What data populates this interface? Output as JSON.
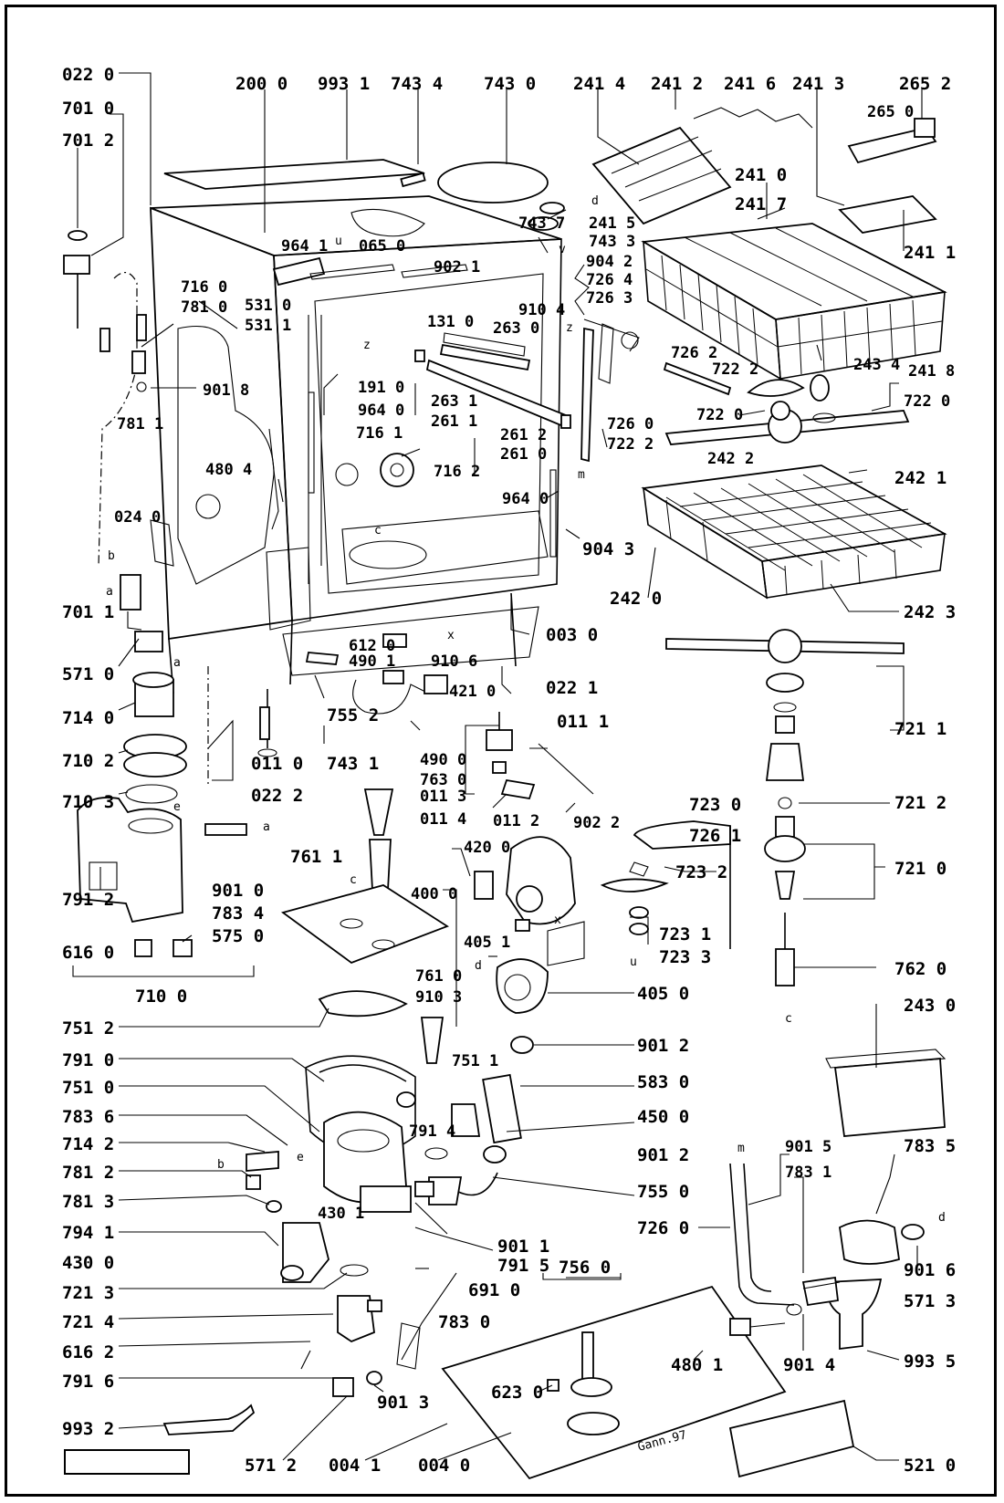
{
  "diagram": {
    "signature": "Gann.97",
    "callouts": [
      {
        "id": "c0220",
        "text": "022 0"
      },
      {
        "id": "c2000",
        "text": "200 0"
      },
      {
        "id": "c9931",
        "text": "993 1"
      },
      {
        "id": "c7434",
        "text": "743 4"
      },
      {
        "id": "c7430",
        "text": "743 0"
      },
      {
        "id": "c2414",
        "text": "241 4"
      },
      {
        "id": "c2412",
        "text": "241 2"
      },
      {
        "id": "c2416",
        "text": "241 6"
      },
      {
        "id": "c2413",
        "text": "241 3"
      },
      {
        "id": "c2652",
        "text": "265 2"
      },
      {
        "id": "c2650",
        "text": "265 0"
      },
      {
        "id": "c7010",
        "text": "701 0"
      },
      {
        "id": "c7012",
        "text": "701 2"
      },
      {
        "id": "c2410",
        "text": "241 0"
      },
      {
        "id": "c2417",
        "text": "241 7"
      },
      {
        "id": "c2411",
        "text": "241 1"
      },
      {
        "id": "c7437",
        "text": "743 7"
      },
      {
        "id": "c2415",
        "text": "241 5"
      },
      {
        "id": "c7433",
        "text": "743 3"
      },
      {
        "id": "c9641",
        "text": "964 1"
      },
      {
        "id": "c0650",
        "text": "065 0"
      },
      {
        "id": "c9021",
        "text": "902 1"
      },
      {
        "id": "c9042",
        "text": "904 2"
      },
      {
        "id": "c7264",
        "text": "726 4"
      },
      {
        "id": "c7263",
        "text": "726 3"
      },
      {
        "id": "c7160",
        "text": "716 0"
      },
      {
        "id": "c7810",
        "text": "781 0"
      },
      {
        "id": "c5310",
        "text": "531 0"
      },
      {
        "id": "c5311",
        "text": "531 1"
      },
      {
        "id": "c1310",
        "text": "131 0"
      },
      {
        "id": "c9104",
        "text": "910 4"
      },
      {
        "id": "c2630",
        "text": "263 0"
      },
      {
        "id": "c7262",
        "text": "726 2"
      },
      {
        "id": "c2434",
        "text": "243 4"
      },
      {
        "id": "c7222",
        "text": "722 2"
      },
      {
        "id": "c2418",
        "text": "241 8"
      },
      {
        "id": "c7220",
        "text": "722 0"
      },
      {
        "id": "c7220b",
        "text": "722 0"
      },
      {
        "id": "c9018",
        "text": "901 8"
      },
      {
        "id": "c7811",
        "text": "781 1"
      },
      {
        "id": "c1910",
        "text": "191 0"
      },
      {
        "id": "c9640",
        "text": "964 0"
      },
      {
        "id": "c2631",
        "text": "263 1"
      },
      {
        "id": "c2611",
        "text": "261 1"
      },
      {
        "id": "c2612",
        "text": "261 2"
      },
      {
        "id": "c2610",
        "text": "261 0"
      },
      {
        "id": "c7260",
        "text": "726 0"
      },
      {
        "id": "c7222b",
        "text": "722 2"
      },
      {
        "id": "c7161",
        "text": "716 1"
      },
      {
        "id": "c7162",
        "text": "716 2"
      },
      {
        "id": "c4804",
        "text": "480 4"
      },
      {
        "id": "c2422",
        "text": "242 2"
      },
      {
        "id": "c2421",
        "text": "242 1"
      },
      {
        "id": "c0240",
        "text": "024 0"
      },
      {
        "id": "c9640b",
        "text": "964 0"
      },
      {
        "id": "c9043",
        "text": "904 3"
      },
      {
        "id": "c2420",
        "text": "242 0"
      },
      {
        "id": "c2423",
        "text": "242 3"
      },
      {
        "id": "c7011",
        "text": "701 1"
      },
      {
        "id": "c6120",
        "text": "612 0"
      },
      {
        "id": "c4901",
        "text": "490 1"
      },
      {
        "id": "c9106",
        "text": "910 6"
      },
      {
        "id": "c0030",
        "text": "003 0"
      },
      {
        "id": "c5710",
        "text": "571 0"
      },
      {
        "id": "c4210",
        "text": "421 0"
      },
      {
        "id": "c0221",
        "text": "022 1"
      },
      {
        "id": "c7140",
        "text": "714 0"
      },
      {
        "id": "c7552",
        "text": "755 2"
      },
      {
        "id": "c7431",
        "text": "743 1"
      },
      {
        "id": "c7211",
        "text": "721 1"
      },
      {
        "id": "c7102",
        "text": "710 2"
      },
      {
        "id": "c0110",
        "text": "011 0"
      },
      {
        "id": "c0111",
        "text": "011 1"
      },
      {
        "id": "c7103",
        "text": "710 3"
      },
      {
        "id": "c4900",
        "text": "490 0"
      },
      {
        "id": "c0222",
        "text": "022 2"
      },
      {
        "id": "c7630",
        "text": "763 0"
      },
      {
        "id": "c0113",
        "text": "011 3"
      },
      {
        "id": "c0114",
        "text": "011 4"
      },
      {
        "id": "c0112",
        "text": "011 2"
      },
      {
        "id": "c7230",
        "text": "723 0"
      },
      {
        "id": "c7261",
        "text": "726 1"
      },
      {
        "id": "c7212",
        "text": "721 2"
      },
      {
        "id": "c9022",
        "text": "902 2"
      },
      {
        "id": "c7611",
        "text": "761 1"
      },
      {
        "id": "c4200",
        "text": "420 0"
      },
      {
        "id": "c7232",
        "text": "723 2"
      },
      {
        "id": "c7210",
        "text": "721 0"
      },
      {
        "id": "c7912",
        "text": "791 2"
      },
      {
        "id": "c9010",
        "text": "901 0"
      },
      {
        "id": "c7834",
        "text": "783 4"
      },
      {
        "id": "c6160",
        "text": "616 0"
      },
      {
        "id": "c5750",
        "text": "575 0"
      },
      {
        "id": "c4000",
        "text": "400 0"
      },
      {
        "id": "c7231",
        "text": "723 1"
      },
      {
        "id": "c7233",
        "text": "723 3"
      },
      {
        "id": "c4051",
        "text": "405 1"
      },
      {
        "id": "c7100",
        "text": "710 0"
      },
      {
        "id": "c7610",
        "text": "761 0"
      },
      {
        "id": "c9103",
        "text": "910 3"
      },
      {
        "id": "c7620",
        "text": "762 0"
      },
      {
        "id": "c4050",
        "text": "405 0"
      },
      {
        "id": "c7512",
        "text": "751 2"
      },
      {
        "id": "c9012",
        "text": "901 2"
      },
      {
        "id": "c2430",
        "text": "243 0"
      },
      {
        "id": "c7910",
        "text": "791 0"
      },
      {
        "id": "c7511",
        "text": "751 1"
      },
      {
        "id": "c7510",
        "text": "751 0"
      },
      {
        "id": "c5830",
        "text": "583 0"
      },
      {
        "id": "c7836",
        "text": "783 6"
      },
      {
        "id": "c4500",
        "text": "450 0"
      },
      {
        "id": "c7914",
        "text": "791 4"
      },
      {
        "id": "c7142",
        "text": "714 2"
      },
      {
        "id": "c9012b",
        "text": "901 2"
      },
      {
        "id": "c7812",
        "text": "781 2"
      },
      {
        "id": "c9015",
        "text": "901 5"
      },
      {
        "id": "c7835",
        "text": "783 5"
      },
      {
        "id": "c7831",
        "text": "783 1"
      },
      {
        "id": "c7813",
        "text": "781 3"
      },
      {
        "id": "c7550",
        "text": "755 0"
      },
      {
        "id": "c7941",
        "text": "794 1"
      },
      {
        "id": "c4301",
        "text": "430 1"
      },
      {
        "id": "c7260b",
        "text": "726 0"
      },
      {
        "id": "c9011",
        "text": "901 1"
      },
      {
        "id": "c4300",
        "text": "430 0"
      },
      {
        "id": "c7915",
        "text": "791 5"
      },
      {
        "id": "c9016",
        "text": "901 6"
      },
      {
        "id": "c6910",
        "text": "691 0"
      },
      {
        "id": "c5713",
        "text": "571 3"
      },
      {
        "id": "c7213",
        "text": "721 3"
      },
      {
        "id": "c7560",
        "text": "756 0"
      },
      {
        "id": "c7214",
        "text": "721 4"
      },
      {
        "id": "c7830",
        "text": "783 0"
      },
      {
        "id": "c4801",
        "text": "480 1"
      },
      {
        "id": "c9014",
        "text": "901 4"
      },
      {
        "id": "c9935",
        "text": "993 5"
      },
      {
        "id": "c6162",
        "text": "616 2"
      },
      {
        "id": "c6230",
        "text": "623 0"
      },
      {
        "id": "c7916",
        "text": "791 6"
      },
      {
        "id": "c9013",
        "text": "901 3"
      },
      {
        "id": "c9932",
        "text": "993 2"
      },
      {
        "id": "c5712",
        "text": "571 2"
      },
      {
        "id": "c0041",
        "text": "004 1"
      },
      {
        "id": "c0040",
        "text": "004 0"
      },
      {
        "id": "c5210",
        "text": "521 0"
      }
    ],
    "letter_markers": [
      {
        "id": "m_u1",
        "text": "u"
      },
      {
        "id": "m_d1",
        "text": "d"
      },
      {
        "id": "m_v",
        "text": "v"
      },
      {
        "id": "m_z1",
        "text": "z"
      },
      {
        "id": "m_z2",
        "text": "z"
      },
      {
        "id": "m_c1",
        "text": "c"
      },
      {
        "id": "m_m1",
        "text": "m"
      },
      {
        "id": "m_b1",
        "text": "b"
      },
      {
        "id": "m_a1",
        "text": "a"
      },
      {
        "id": "m_a2",
        "text": "a"
      },
      {
        "id": "m_x1",
        "text": "x"
      },
      {
        "id": "m_e1",
        "text": "e"
      },
      {
        "id": "m_a3",
        "text": "a"
      },
      {
        "id": "m_c2",
        "text": "c"
      },
      {
        "id": "m_x2",
        "text": "x"
      },
      {
        "id": "m_d2",
        "text": "d"
      },
      {
        "id": "m_u2",
        "text": "u"
      },
      {
        "id": "m_c3",
        "text": "c"
      },
      {
        "id": "m_b2",
        "text": "b"
      },
      {
        "id": "m_e2",
        "text": "e"
      },
      {
        "id": "m_m2",
        "text": "m"
      },
      {
        "id": "m_d3",
        "text": "d"
      }
    ]
  }
}
